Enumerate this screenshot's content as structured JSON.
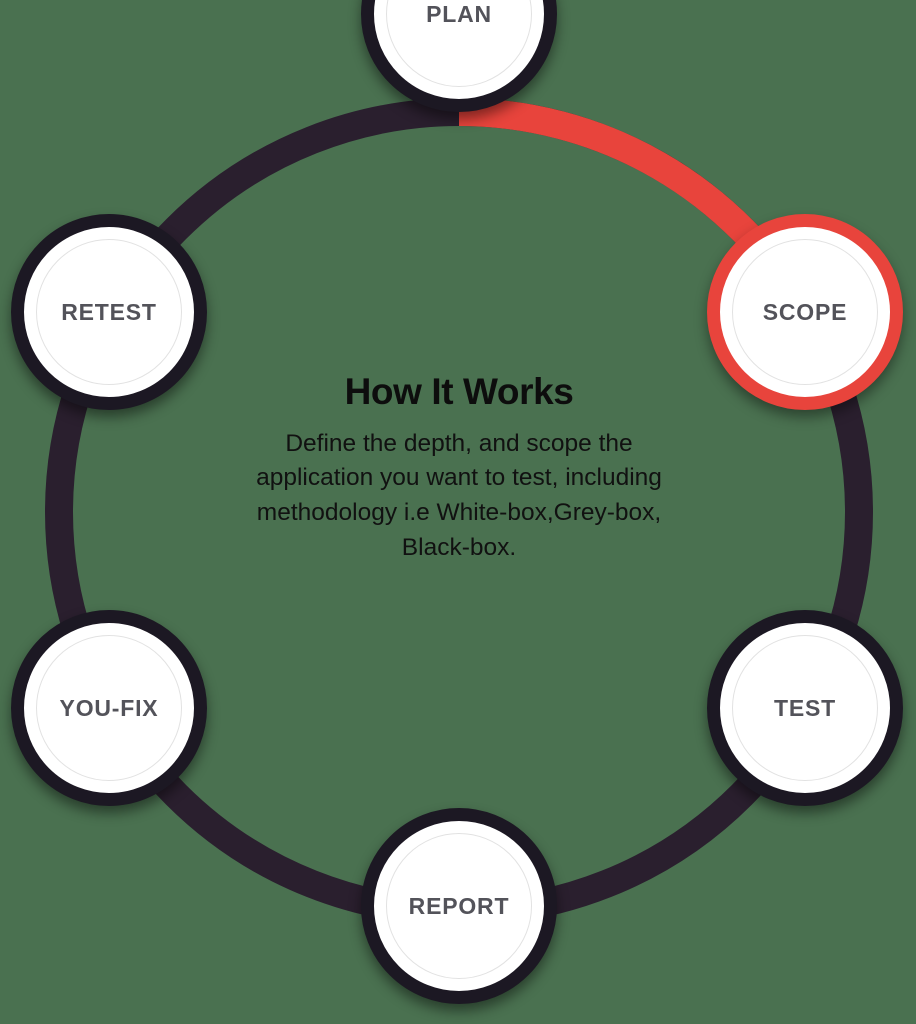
{
  "background_color": "#4a7150",
  "center": {
    "title": "How It Works",
    "body_lines": [
      "Define the depth, and scope the",
      "application you want to test, including",
      "methodology i.e White-box,Grey-box,",
      "Black-box."
    ],
    "body_text": "Define the depth, and scope the application you want to test, including methodology i.e White-box,Grey-box, Black-box."
  },
  "ring": {
    "track_color": "#2a1f2e",
    "progress_color": "#e8443c",
    "progress_from_step": "PLAN",
    "progress_to_step": "SCOPE"
  },
  "steps": [
    {
      "id": "plan",
      "label": "PLAN",
      "position": "top",
      "state": "default",
      "ring_color": "#1c1823"
    },
    {
      "id": "scope",
      "label": "SCOPE",
      "position": "upper-right",
      "state": "active",
      "ring_color": "#e8443c"
    },
    {
      "id": "test",
      "label": "TEST",
      "position": "lower-right",
      "state": "default",
      "ring_color": "#1c1823"
    },
    {
      "id": "report",
      "label": "REPORT",
      "position": "bottom",
      "state": "default",
      "ring_color": "#1c1823"
    },
    {
      "id": "youfix",
      "label": "YOU-FIX",
      "position": "lower-left",
      "state": "default",
      "ring_color": "#1c1823"
    },
    {
      "id": "retest",
      "label": "RETEST",
      "position": "upper-left",
      "state": "default",
      "ring_color": "#1c1823"
    }
  ]
}
